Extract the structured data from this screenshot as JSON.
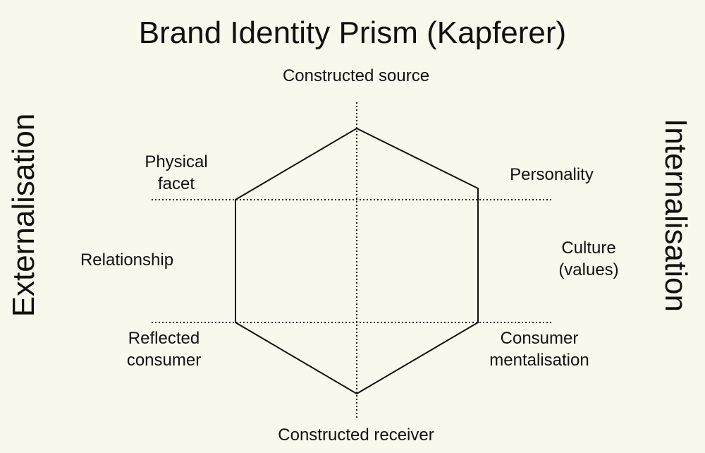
{
  "title": "Brand Identity Prism (Kapferer)",
  "left_axis": "Externalisation",
  "right_axis": "Internalisation",
  "labels": {
    "top": "Constructed source",
    "physical_1": "Physical",
    "physical_2": "facet",
    "personality": "Personality",
    "relationship": "Relationship",
    "culture_1": "Culture",
    "culture_2": "(values)",
    "reflected_1": "Reflected",
    "reflected_2": "consumer",
    "mental_1": "Consumer",
    "mental_2": "mentalisation",
    "bottom": "Constructed receiver"
  }
}
